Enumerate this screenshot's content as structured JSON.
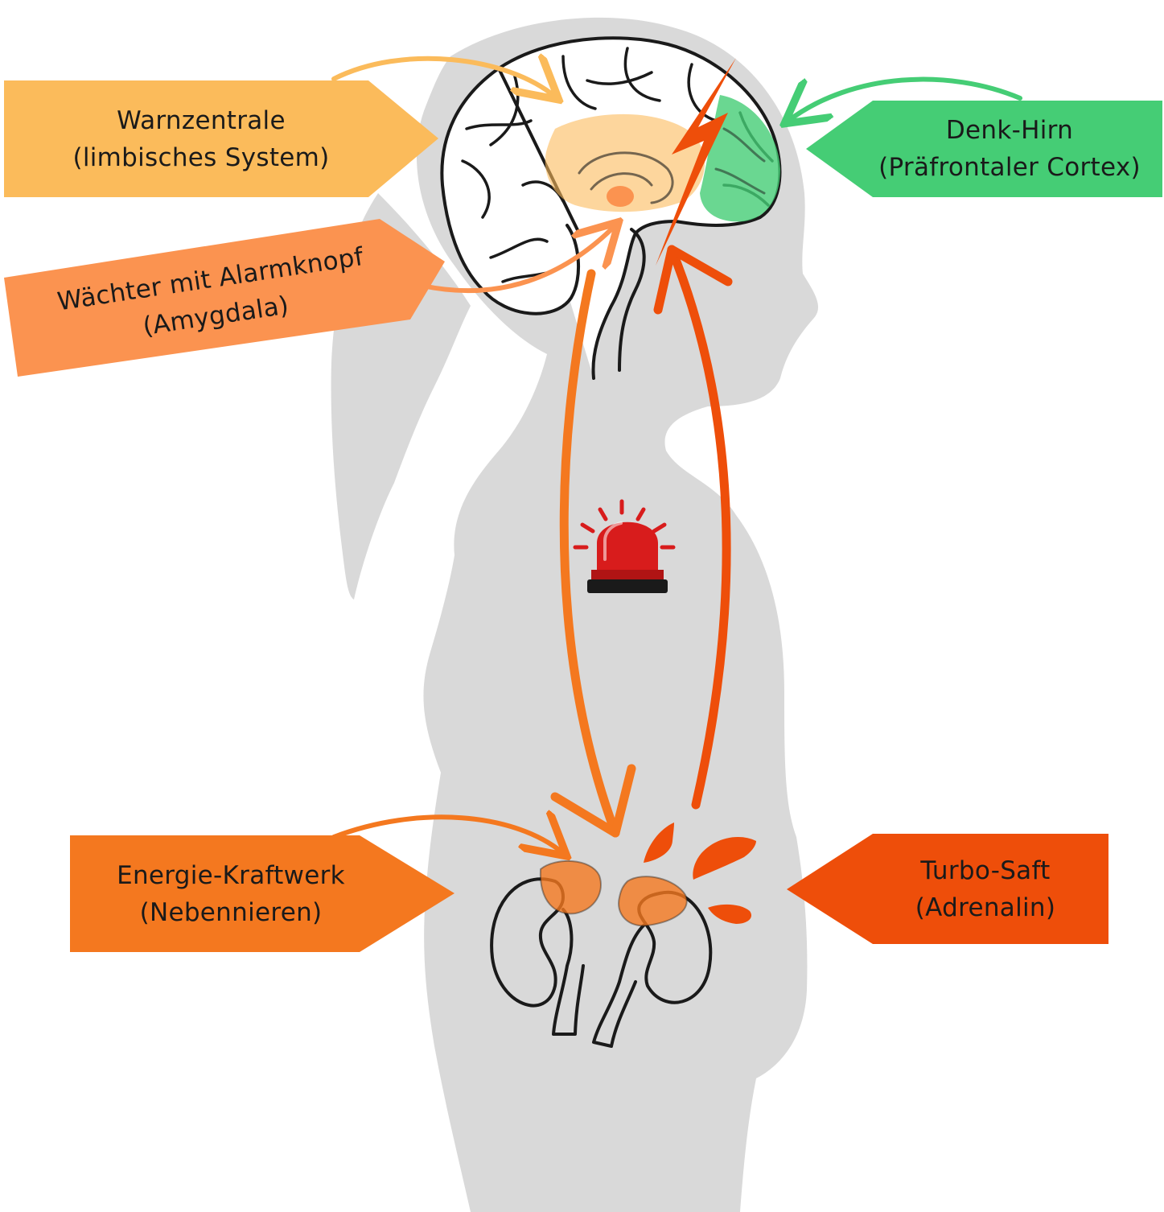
{
  "labels": {
    "limbic": {
      "line1": "Warnzentrale",
      "line2": "(limbisches System)"
    },
    "amygdala": {
      "line1": "Wächter mit Alarmknopf",
      "line2": "(Amygdala)"
    },
    "cortex": {
      "line1": "Denk-Hirn",
      "line2": "(Präfrontaler Cortex)"
    },
    "adrenal": {
      "line1": "Energie-Kraftwerk",
      "line2": "(Nebennieren)"
    },
    "adrenaline": {
      "line1": "Turbo-Saft",
      "line2": "(Adrenalin)"
    }
  },
  "colors": {
    "silhouette": "#d9d9d9",
    "limbic": "#fbbb5b",
    "amygdala": "#fb9350",
    "cortex": "#45cd75",
    "adrenal": "#f4781f",
    "adrenaline": "#ee4e0a",
    "siren": "#d81c1c",
    "outline": "#1a1a1a"
  },
  "icons": [
    "brain-icon",
    "lightning-bolt-icon",
    "siren-icon",
    "kidneys-icon",
    "drops-icon"
  ]
}
